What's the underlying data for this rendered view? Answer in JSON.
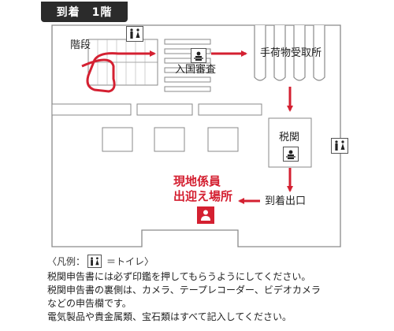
{
  "header": {
    "title": "到着　1階"
  },
  "labels": {
    "stairs": "階段",
    "immigration": "入国審査",
    "baggage_claim": "手荷物受取所",
    "customs": "税関",
    "arrival_exit": "到着出口",
    "meeting_line1": "現地係員",
    "meeting_line2": "出迎え場所"
  },
  "icons": {
    "restroom": "restroom-icon",
    "officer": "officer-icon",
    "staff": "staff-icon"
  },
  "colors": {
    "route": "#d42031",
    "wall": "#8a8a8a",
    "title_bg": "#2b2b2b"
  },
  "legend": {
    "open": "〈凡例：",
    "equals": "＝トイレ〉"
  },
  "notes": [
    "税関申告書には必ず印鑑を押してもらうようにしてください。",
    "税関申告書の裏側は、カメラ、テープレコーダー、ビデオカメラ",
    "などの申告欄です。",
    "電気製品や貴金属類、宝石類はすべて記入してください。"
  ]
}
